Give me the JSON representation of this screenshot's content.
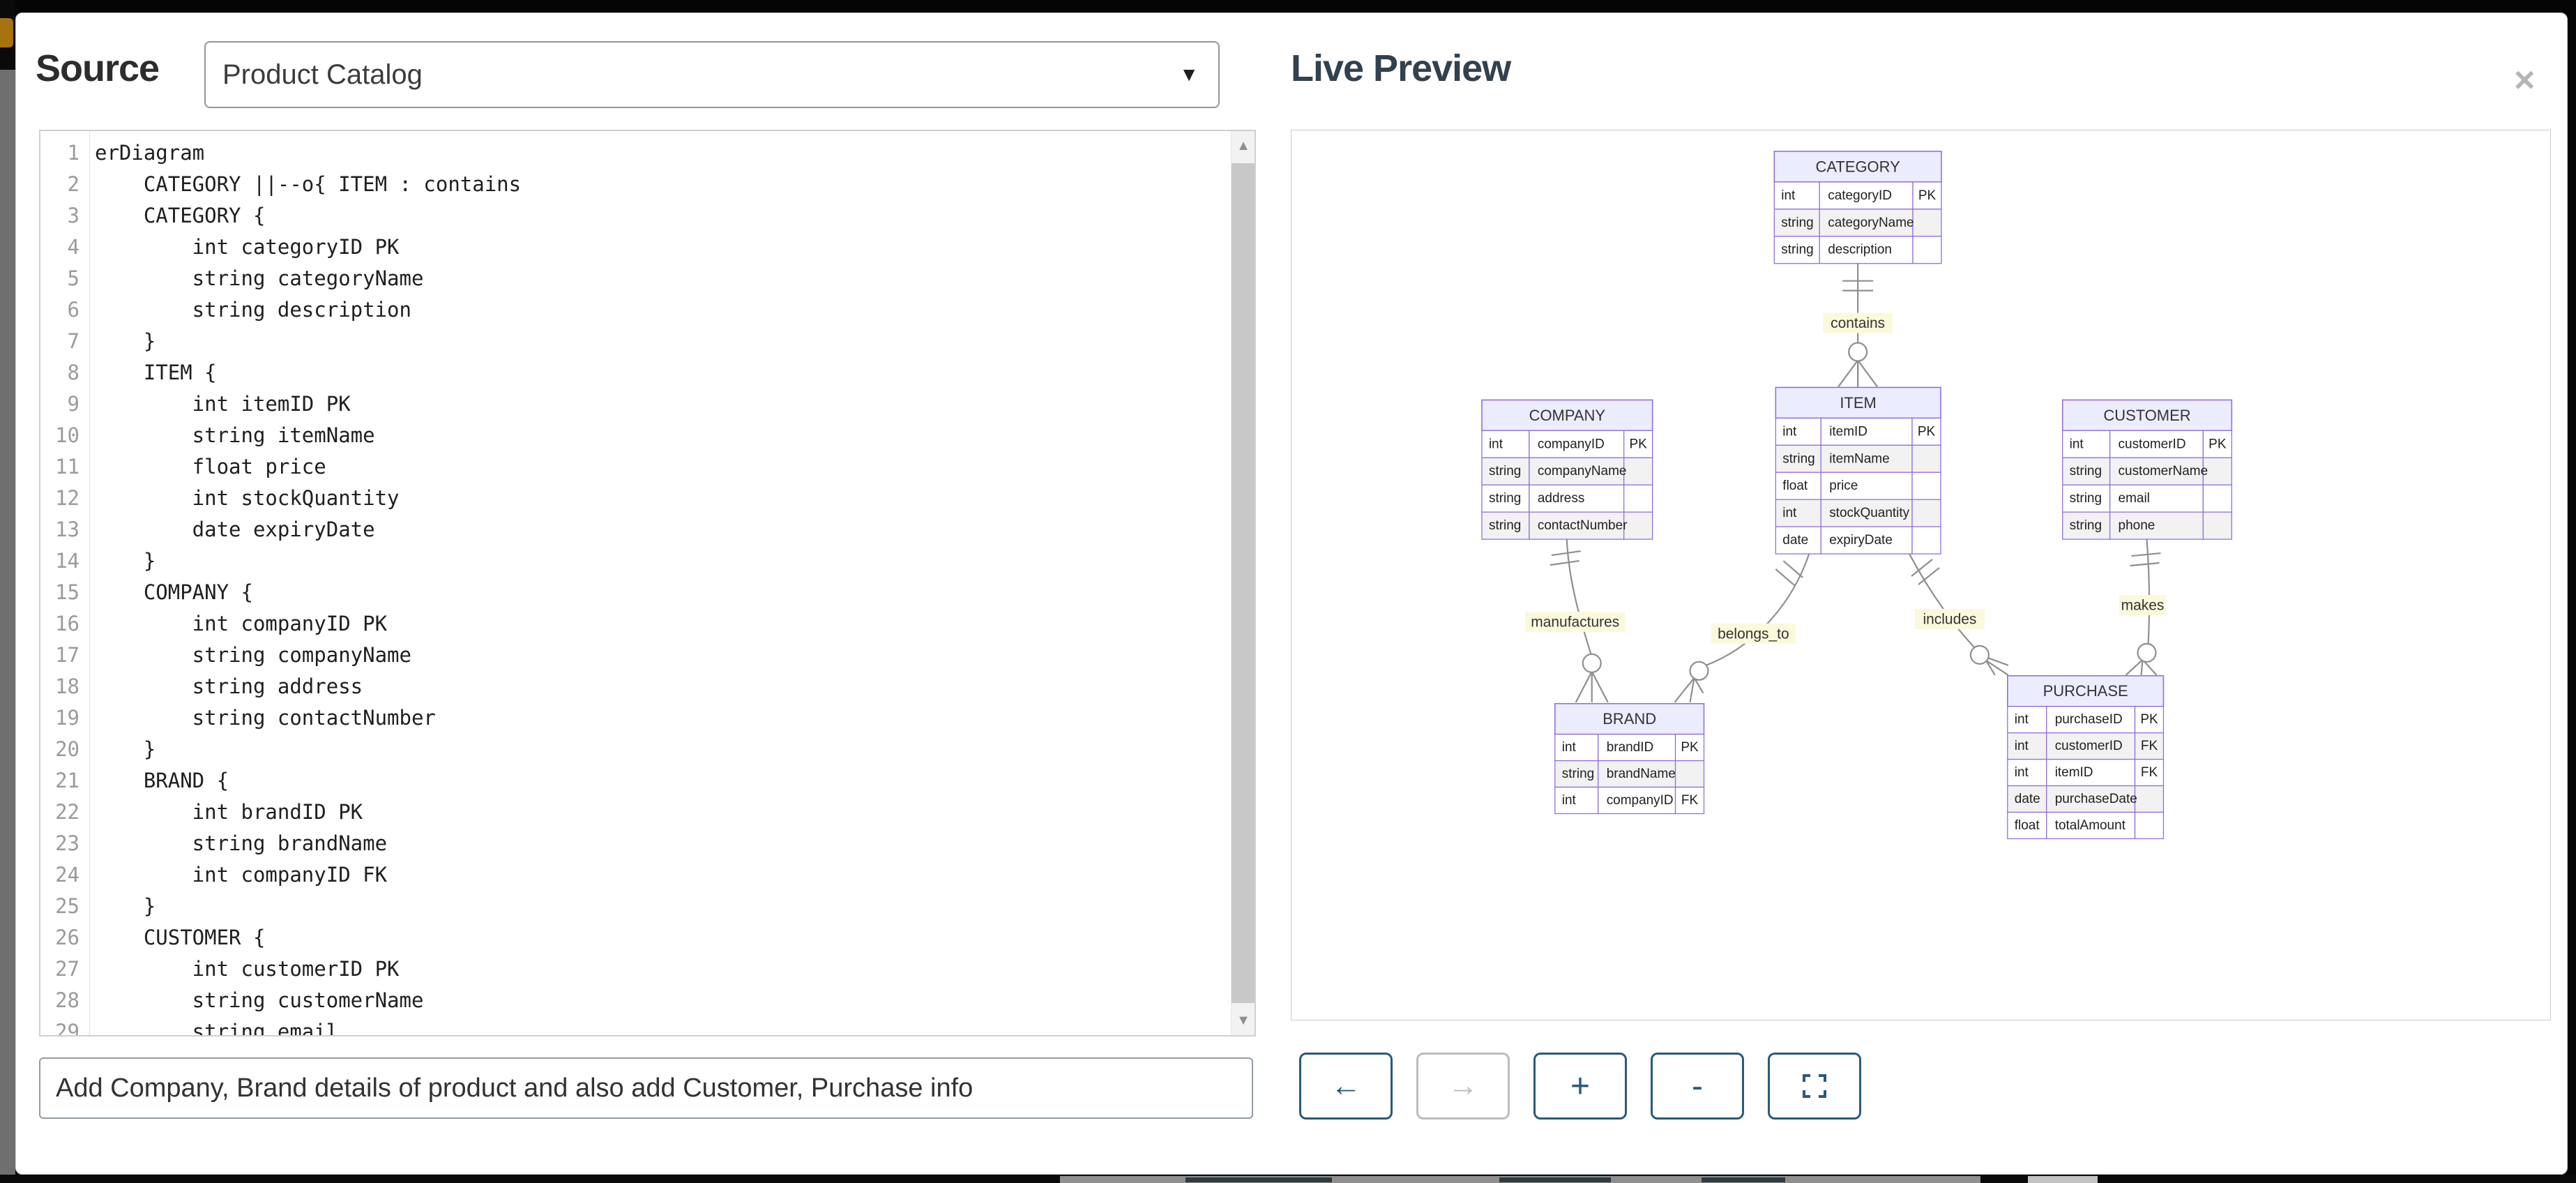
{
  "header": {
    "source_label": "Source",
    "dropdown_value": "Product Catalog",
    "preview_title": "Live Preview",
    "close_glyph": "×",
    "caret_glyph": "▼"
  },
  "editor": {
    "lines": [
      "erDiagram",
      "    CATEGORY ||--o{ ITEM : contains",
      "    CATEGORY {",
      "        int categoryID PK",
      "        string categoryName",
      "        string description",
      "    }",
      "    ITEM {",
      "        int itemID PK",
      "        string itemName",
      "        float price",
      "        int stockQuantity",
      "        date expiryDate",
      "    }",
      "    COMPANY {",
      "        int companyID PK",
      "        string companyName",
      "        string address",
      "        string contactNumber",
      "    }",
      "    BRAND {",
      "        int brandID PK",
      "        string brandName",
      "        int companyID FK",
      "    }",
      "    CUSTOMER {",
      "        int customerID PK",
      "        string customerName",
      "        string email"
    ],
    "scroll_up_glyph": "▲",
    "scroll_down_glyph": "▼"
  },
  "prompt": {
    "value": "Add Company, Brand details of product and also add Customer, Purchase info"
  },
  "toolbar": {
    "back": "←",
    "forward": "→",
    "zoom_in": "+",
    "zoom_out": "-",
    "fullscreen_icon": "corner-brackets"
  },
  "diagram": {
    "entities": [
      {
        "name": "CATEGORY",
        "rows": [
          [
            "int",
            "categoryID",
            "PK"
          ],
          [
            "string",
            "categoryName",
            ""
          ],
          [
            "string",
            "description",
            ""
          ]
        ]
      },
      {
        "name": "ITEM",
        "rows": [
          [
            "int",
            "itemID",
            "PK"
          ],
          [
            "string",
            "itemName",
            ""
          ],
          [
            "float",
            "price",
            ""
          ],
          [
            "int",
            "stockQuantity",
            ""
          ],
          [
            "date",
            "expiryDate",
            ""
          ]
        ]
      },
      {
        "name": "COMPANY",
        "rows": [
          [
            "int",
            "companyID",
            "PK"
          ],
          [
            "string",
            "companyName",
            ""
          ],
          [
            "string",
            "address",
            ""
          ],
          [
            "string",
            "contactNumber",
            ""
          ]
        ]
      },
      {
        "name": "CUSTOMER",
        "rows": [
          [
            "int",
            "customerID",
            "PK"
          ],
          [
            "string",
            "customerName",
            ""
          ],
          [
            "string",
            "email",
            ""
          ],
          [
            "string",
            "phone",
            ""
          ]
        ]
      },
      {
        "name": "BRAND",
        "rows": [
          [
            "int",
            "brandID",
            "PK"
          ],
          [
            "string",
            "brandName",
            ""
          ],
          [
            "int",
            "companyID",
            "FK"
          ]
        ]
      },
      {
        "name": "PURCHASE",
        "rows": [
          [
            "int",
            "purchaseID",
            "PK"
          ],
          [
            "int",
            "customerID",
            "FK"
          ],
          [
            "int",
            "itemID",
            "FK"
          ],
          [
            "date",
            "purchaseDate",
            ""
          ],
          [
            "float",
            "totalAmount",
            ""
          ]
        ]
      }
    ],
    "relationships": [
      {
        "from": "CATEGORY",
        "to": "ITEM",
        "label": "contains"
      },
      {
        "from": "COMPANY",
        "to": "BRAND",
        "label": "manufactures"
      },
      {
        "from": "ITEM",
        "to": "BRAND",
        "label": "belongs_to"
      },
      {
        "from": "ITEM",
        "to": "PURCHASE",
        "label": "includes"
      },
      {
        "from": "CUSTOMER",
        "to": "PURCHASE",
        "label": "makes"
      }
    ],
    "colors": {
      "header_fill": "#ECECFF",
      "border": "#9370DB",
      "row_odd": "#ffffff",
      "row_even": "#f2f2f2",
      "edge": "#8f8f8f",
      "label_bg": "#fbf9dc",
      "text": "#333333"
    }
  }
}
